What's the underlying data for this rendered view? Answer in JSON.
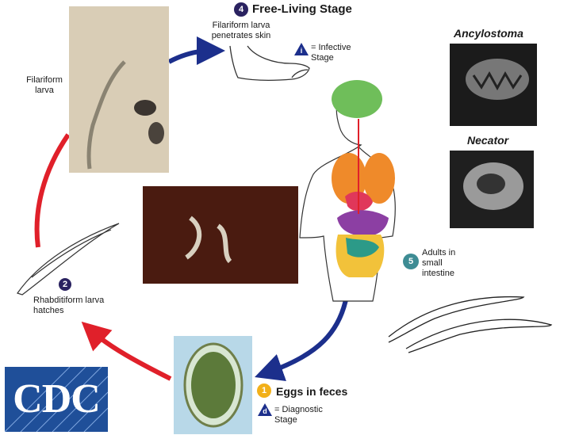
{
  "stages": {
    "free_living_title": "Free-Living Stage",
    "free_living_num": "4",
    "filariform_penetrates": "Filariform larva penetrates skin",
    "infective_symbol": "i",
    "infective_label": "= Infective Stage",
    "filariform_label": "Filariform larva",
    "rhabditiform_num": "2",
    "rhabditiform_label": "Rhabditiform larva hatches",
    "eggs_num": "1",
    "eggs_label": "Eggs in feces",
    "diagnostic_symbol": "d",
    "diagnostic_label": "= Diagnostic Stage",
    "adults_num": "5",
    "adults_label": "Adults in small intestine"
  },
  "species": {
    "ancylostoma": "Ancylostoma",
    "necator": "Necator"
  },
  "logo": {
    "text": "CDC"
  },
  "colors": {
    "red_arrow": "#e0202a",
    "blue_arrow": "#1c2f8c",
    "badge_dark": "#2a2260",
    "badge_teal": "#3e8c94",
    "badge_yellow": "#f2b019",
    "cdc_blue": "#1f4f99"
  }
}
